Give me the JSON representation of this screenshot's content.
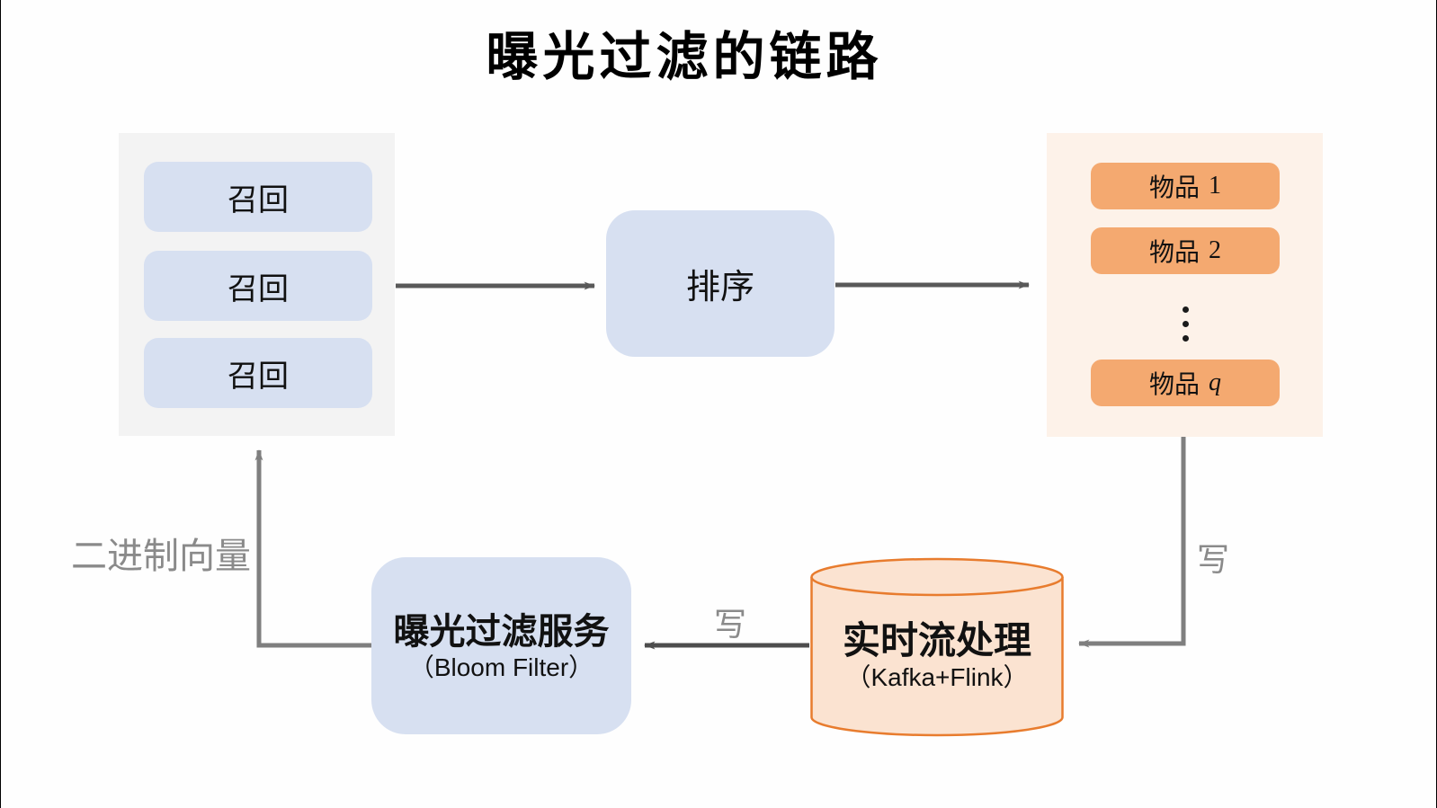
{
  "title": "曝光过滤的链路",
  "recall_panel": {
    "items": [
      "召回",
      "召回",
      "召回"
    ]
  },
  "rank_box": {
    "label": "排序"
  },
  "items_panel": {
    "items": [
      {
        "prefix": "物品",
        "suffix": "1"
      },
      {
        "prefix": "物品",
        "suffix": "2"
      },
      {
        "prefix": "物品",
        "suffix": "q"
      }
    ],
    "ellipsis": "⋮"
  },
  "stream_cylinder": {
    "label": "实时流处理",
    "sublabel": "（Kafka+Flink）"
  },
  "bloom_box": {
    "label": "曝光过滤服务",
    "sublabel": "（Bloom Filter）"
  },
  "edge_labels": {
    "binary_vector": "二进制向量",
    "write_to_stream": "写",
    "write_to_service": "写"
  },
  "colors": {
    "panel_gray": "#f3f3f3",
    "panel_orange": "#fdf2e9",
    "box_blue": "#d7e0f1",
    "box_orange": "#f4a970",
    "cylinder_fill": "#fbe3d1",
    "cylinder_stroke": "#e87c2e",
    "arrow_dark": "#595959",
    "line_gray": "#7f7f7f",
    "label_gray": "#8a8a8a"
  }
}
